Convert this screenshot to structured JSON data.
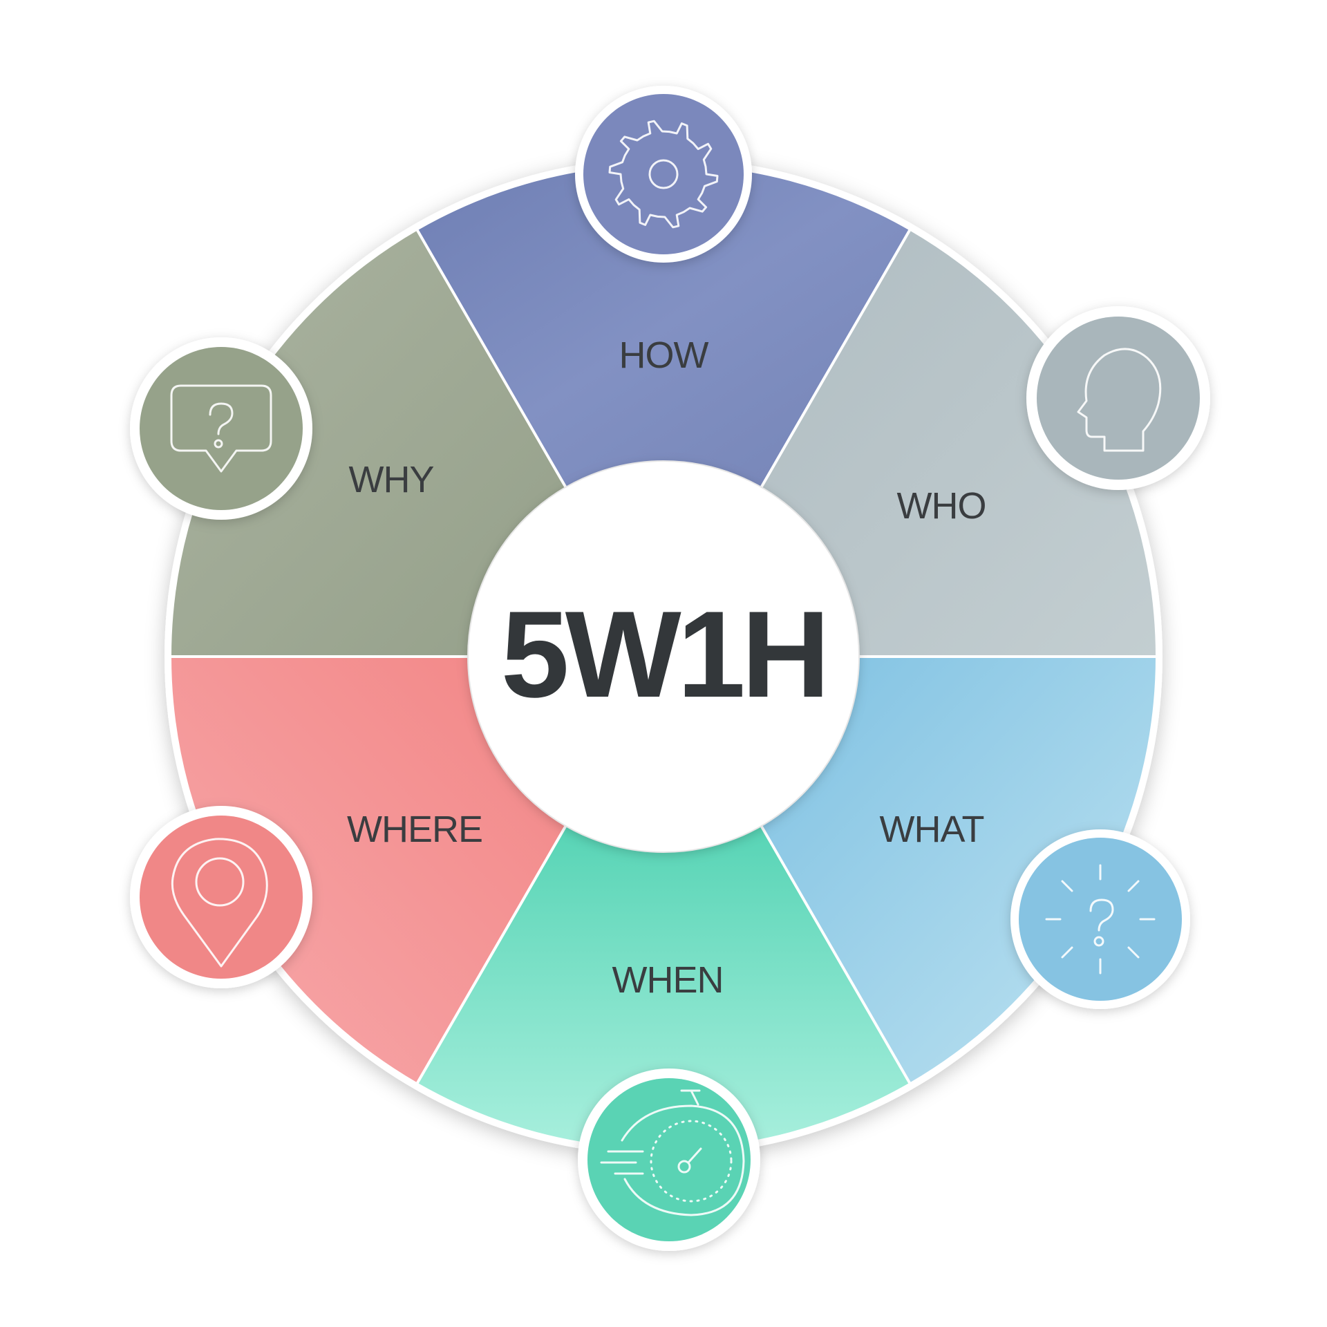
{
  "center": {
    "title": "5W1H"
  },
  "segments": [
    {
      "id": "how",
      "label": "HOW",
      "icon": "gear-icon",
      "color": "#7a88b8",
      "color_light": "#8b9ac4"
    },
    {
      "id": "who",
      "label": "WHO",
      "icon": "head-icon",
      "color": "#aab7bd",
      "color_light": "#bfcace"
    },
    {
      "id": "what",
      "label": "WHAT",
      "icon": "question-burst-icon",
      "color": "#86c4e2",
      "color_light": "#b6dff0"
    },
    {
      "id": "when",
      "label": "WHEN",
      "icon": "stopwatch-icon",
      "color": "#5fd6b8",
      "color_light": "#a3eedb"
    },
    {
      "id": "where",
      "label": "WHERE",
      "icon": "location-pin-icon",
      "color": "#f28b8b",
      "color_light": "#f6a8a8"
    },
    {
      "id": "why",
      "label": "WHY",
      "icon": "question-bubble-icon",
      "color": "#98a38c",
      "color_light": "#aab3a0"
    }
  ]
}
